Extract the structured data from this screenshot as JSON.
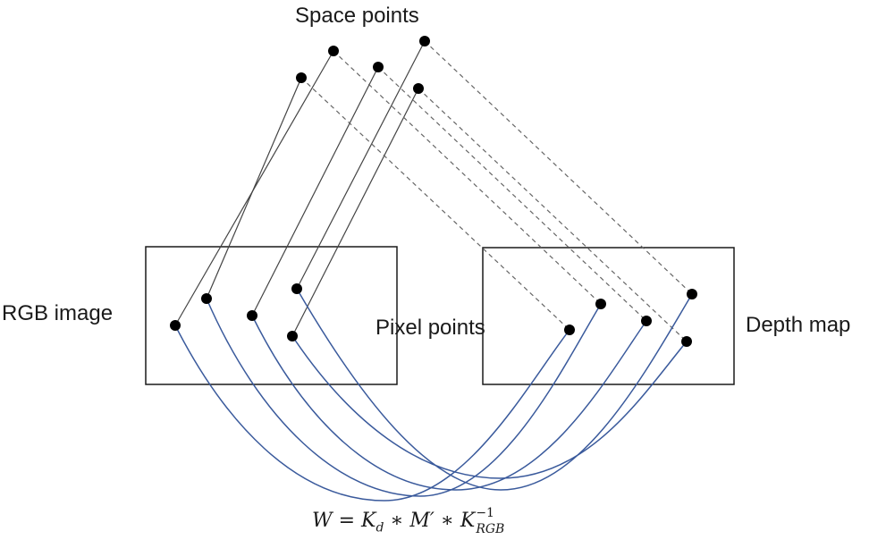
{
  "title": "Space points",
  "rgb_label": "RGB image",
  "pixel_label": "Pixel points",
  "depth_label": "Depth map",
  "formula": {
    "lhs": "W",
    "eq": " = ",
    "k": "K",
    "k_sub": "d",
    "star1": " ∗ ",
    "m": "M′",
    "star2": " ∗ ",
    "k2": "K",
    "k2_sup": "−1",
    "k2_sub": "RGB"
  },
  "colors": {
    "solid_line": "#444444",
    "dashed_line": "#666666",
    "curve": "#3a5a9c",
    "point": "#000000",
    "box": "#1a1a1a"
  }
}
